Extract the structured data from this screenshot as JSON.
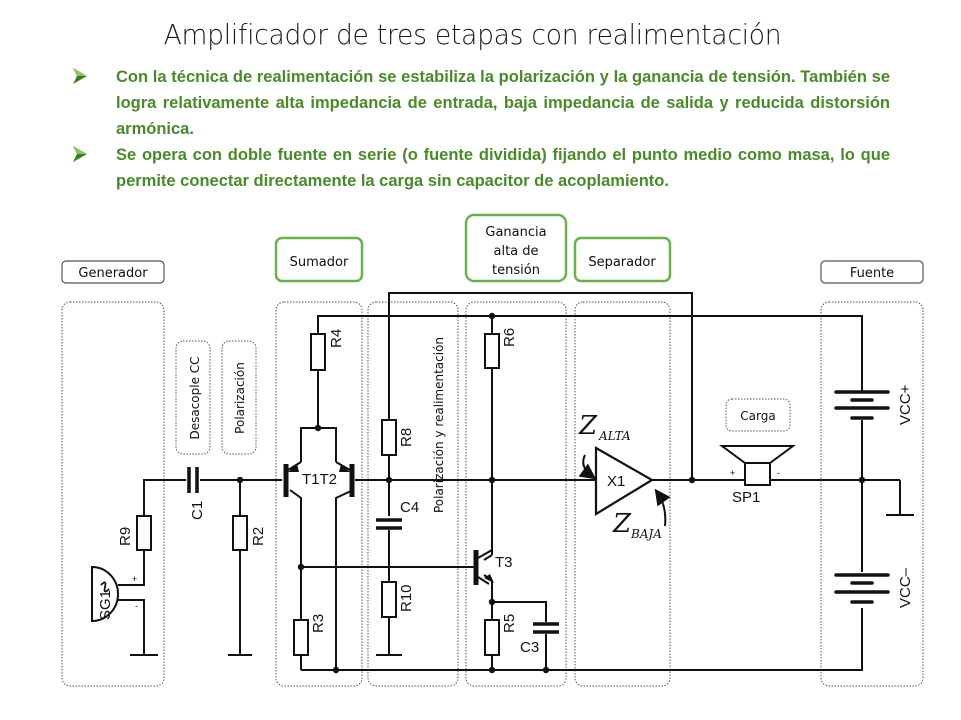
{
  "slide": {
    "title": "Amplificador de tres etapas con realimentación",
    "bullets": [
      {
        "icon": "arrow-bullet-icon",
        "text": "Con la técnica de realimentación se estabiliza la polarización y la ganancia de tensión. También se logra relativamente alta impedancia de entrada, baja impedancia de salida y reducida distorsión armónica."
      },
      {
        "icon": "arrow-bullet-icon",
        "text": "Se opera con doble fuente en serie (o fuente dividida) fijando el punto medio como masa, lo que permite conectar directamente la carga sin capacitor de acoplamiento."
      }
    ],
    "colors": {
      "accent_green": "#4a8a2a",
      "box_green": "#6ab04c",
      "wire": "#111111",
      "dotted": "#555555"
    }
  },
  "diagram": {
    "section_labels": {
      "generador": "Generador",
      "sumador": "Sumador",
      "ganancia": [
        "Ganancia",
        "alta de",
        "tensión"
      ],
      "separador": "Separador",
      "fuente": "Fuente",
      "desacople": "Desacople CC",
      "polarizacion": "Polarización",
      "polarizacion_realimentacion": "Polarización y realimentación",
      "carga": "Carga"
    },
    "components": {
      "sg1": "SG1",
      "r9": "R9",
      "c1": "C1",
      "r2": "R2",
      "r3": "R3",
      "r4": "R4",
      "t1t2": "T1T2",
      "r8": "R8",
      "c4": "C4",
      "r10": "R10",
      "r6": "R6",
      "t3": "T3",
      "r5": "R5",
      "c3": "C3",
      "x1": "X1",
      "sp1": "SP1",
      "vccp": "VCC+",
      "vccm": "VCC–"
    },
    "annotations": {
      "z_alta_main": "Z",
      "z_alta_sub": "ALTA",
      "z_baja_main": "Z",
      "z_baja_sub": "BAJA",
      "plus": "+",
      "minus": "-"
    }
  }
}
